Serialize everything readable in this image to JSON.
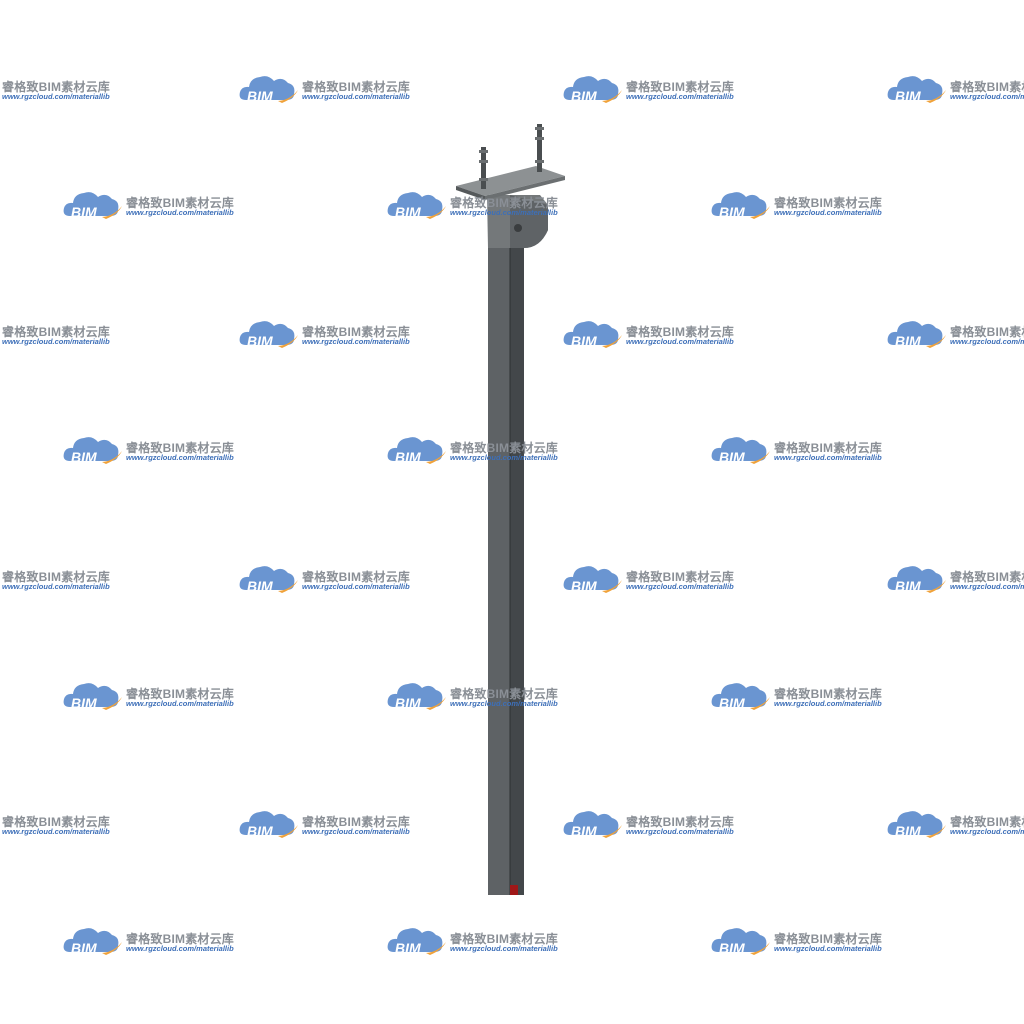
{
  "watermark": {
    "brand": "BIM",
    "name": "睿格致BIM素材云库",
    "url": "www.rgzcloud.com/materiallib",
    "colors": {
      "cloud": "#6a95d1",
      "brand_text": "#ffffff",
      "swoosh": "#f0a23a",
      "name_text": "#8a8f96",
      "url_text": "#3d6fb8"
    }
  },
  "object": {
    "icon": "steel-column-with-base-plate-and-anchor-bolts",
    "colors": {
      "steel": "#5c6063",
      "steel_dark": "#3e4244",
      "plate": "#7d8183",
      "accent": "#a01818"
    }
  }
}
